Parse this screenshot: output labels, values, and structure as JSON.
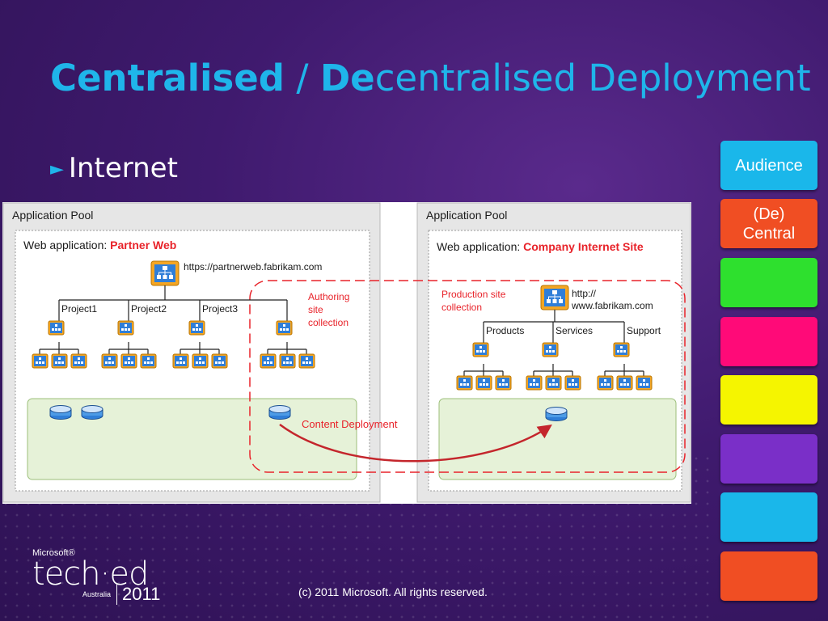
{
  "slide": {
    "title_part1": "Centralised",
    "title_sep": " / ",
    "title_part2_bold": "De",
    "title_part2_rest": "centralised Deployment",
    "bullet": "Internet",
    "copyright": "(c) 2011 Microsoft. All rights reserved."
  },
  "sidebar": [
    {
      "label": "Audience",
      "color": "#1ab7ea"
    },
    {
      "label": "(De) Central",
      "color": "#f04e23"
    },
    {
      "label": "",
      "color": "#2ee02e"
    },
    {
      "label": "",
      "color": "#ff0a78"
    },
    {
      "label": "",
      "color": "#f5f500"
    },
    {
      "label": "",
      "color": "#7a2fc8"
    },
    {
      "label": "",
      "color": "#1ab7ea"
    },
    {
      "label": "",
      "color": "#f04e23"
    }
  ],
  "logo": {
    "brand": "Microsoft®",
    "name": "tech·ed",
    "region": "Australia",
    "year": "2011"
  },
  "diagram": {
    "left": {
      "pool_label": "Application Pool",
      "webapp_prefix": "Web application: ",
      "webapp_name": "Partner Web",
      "root_url": "https://partnerweb.fabrikam.com",
      "branches": [
        "Project1",
        "Project2",
        "Project3"
      ],
      "authoring_label": "Authoring\nsite\ncollection"
    },
    "right": {
      "pool_label": "Application Pool",
      "webapp_prefix": "Web application: ",
      "webapp_name": "Company Internet Site",
      "production_label": "Production site\ncollection",
      "root_url": "http://\nwww.fabrikam.com",
      "branches": [
        "Products",
        "Services",
        "Support"
      ]
    },
    "flow_label": "Content Deployment",
    "accent_red": "#e8232a"
  }
}
